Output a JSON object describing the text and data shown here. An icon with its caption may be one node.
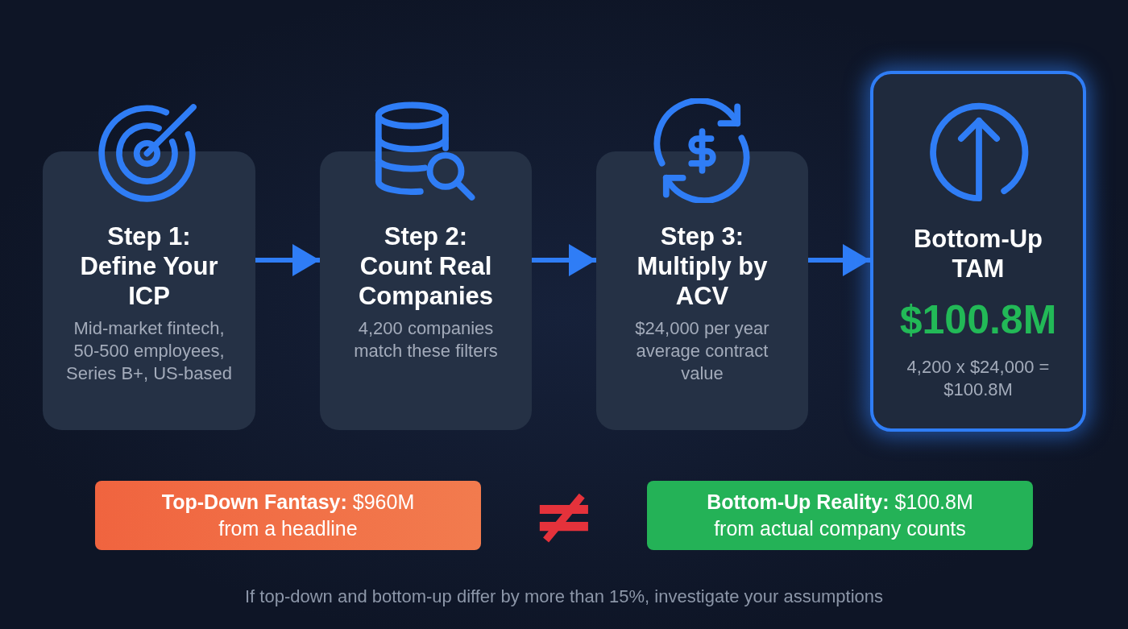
{
  "diagram": {
    "nodes": [
      {
        "text": [
          "Step 1: Define Your ICP",
          "Mid-market fintech, 50-500 employees, Series B+, US-based"
        ]
      },
      {
        "text": [
          "Step 2: Count Real Companies",
          "4,200 companies match these filters"
        ]
      },
      {
        "text": [
          "Step 3: Multiply by ACV",
          "$24,000 per year average contract value"
        ]
      },
      {
        "text": [
          "Bottom-Up TAM",
          "$100.8M",
          "4,200 x $24,000 = $100.8M"
        ]
      },
      {
        "text": [
          "**Top-Down Fantasy:** $960M",
          "from a headline"
        ]
      },
      {
        "text": [
          "**Bottom-Up Reality:** $100.8M",
          "from actual company counts"
        ]
      }
    ],
    "edges": [
      {
        "from": 0,
        "to": 1,
        "arrow": "to"
      },
      {
        "from": 1,
        "to": 2,
        "arrow": "to"
      },
      {
        "from": 2,
        "to": 3,
        "arrow": "to"
      }
    ],
    "labels": [
      "≠",
      "If top-down and bottom-up differ by more than 15%, investigate your assumptions"
    ]
  }
}
